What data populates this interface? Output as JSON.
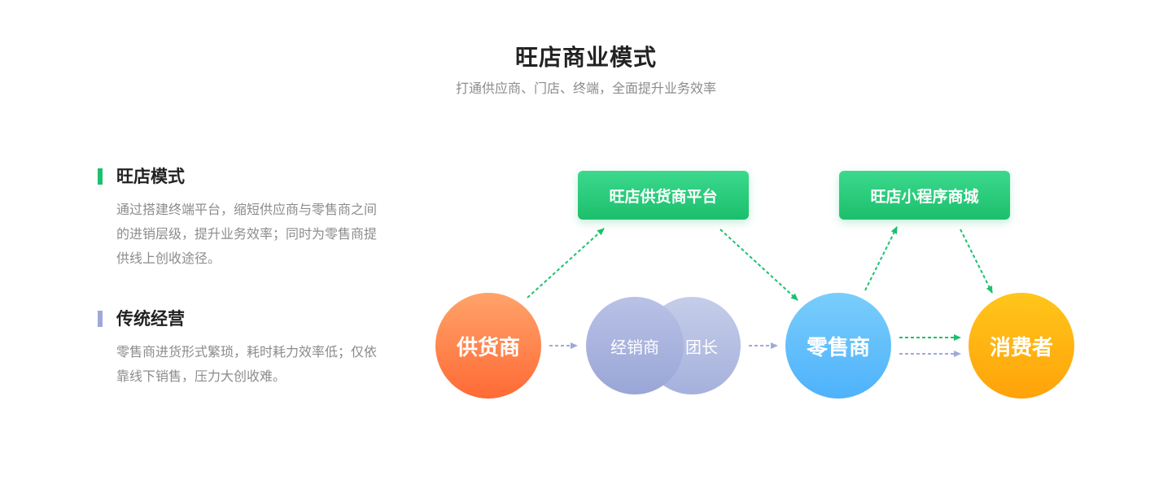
{
  "header": {
    "title": "旺店商业模式",
    "subtitle": "打通供应商、门店、终端，全面提升业务效率"
  },
  "sections": [
    {
      "title": "旺店模式",
      "desc": "通过搭建终端平台，缩短供应商与零售商之间的进销层级，提升业务效率；同时为零售商提供线上创收途径。",
      "bar_color": "#1cc16d"
    },
    {
      "title": "传统经营",
      "desc": "零售商进货形式繁琐，耗时耗力效率低；仅依靠线下销售，压力大创收难。",
      "bar_color": "#9fa9d7"
    }
  ],
  "diagram": {
    "platforms": {
      "supplier_platform": "旺店供货商平台",
      "mini_program_mall": "旺店小程序商城"
    },
    "nodes": {
      "supplier": "供货商",
      "distributor": "经销商",
      "group_leader": "团长",
      "retailer": "零售商",
      "consumer": "消费者"
    },
    "colors": {
      "new_flow": "#1cc16d",
      "traditional_flow": "#9fa9d7"
    }
  }
}
